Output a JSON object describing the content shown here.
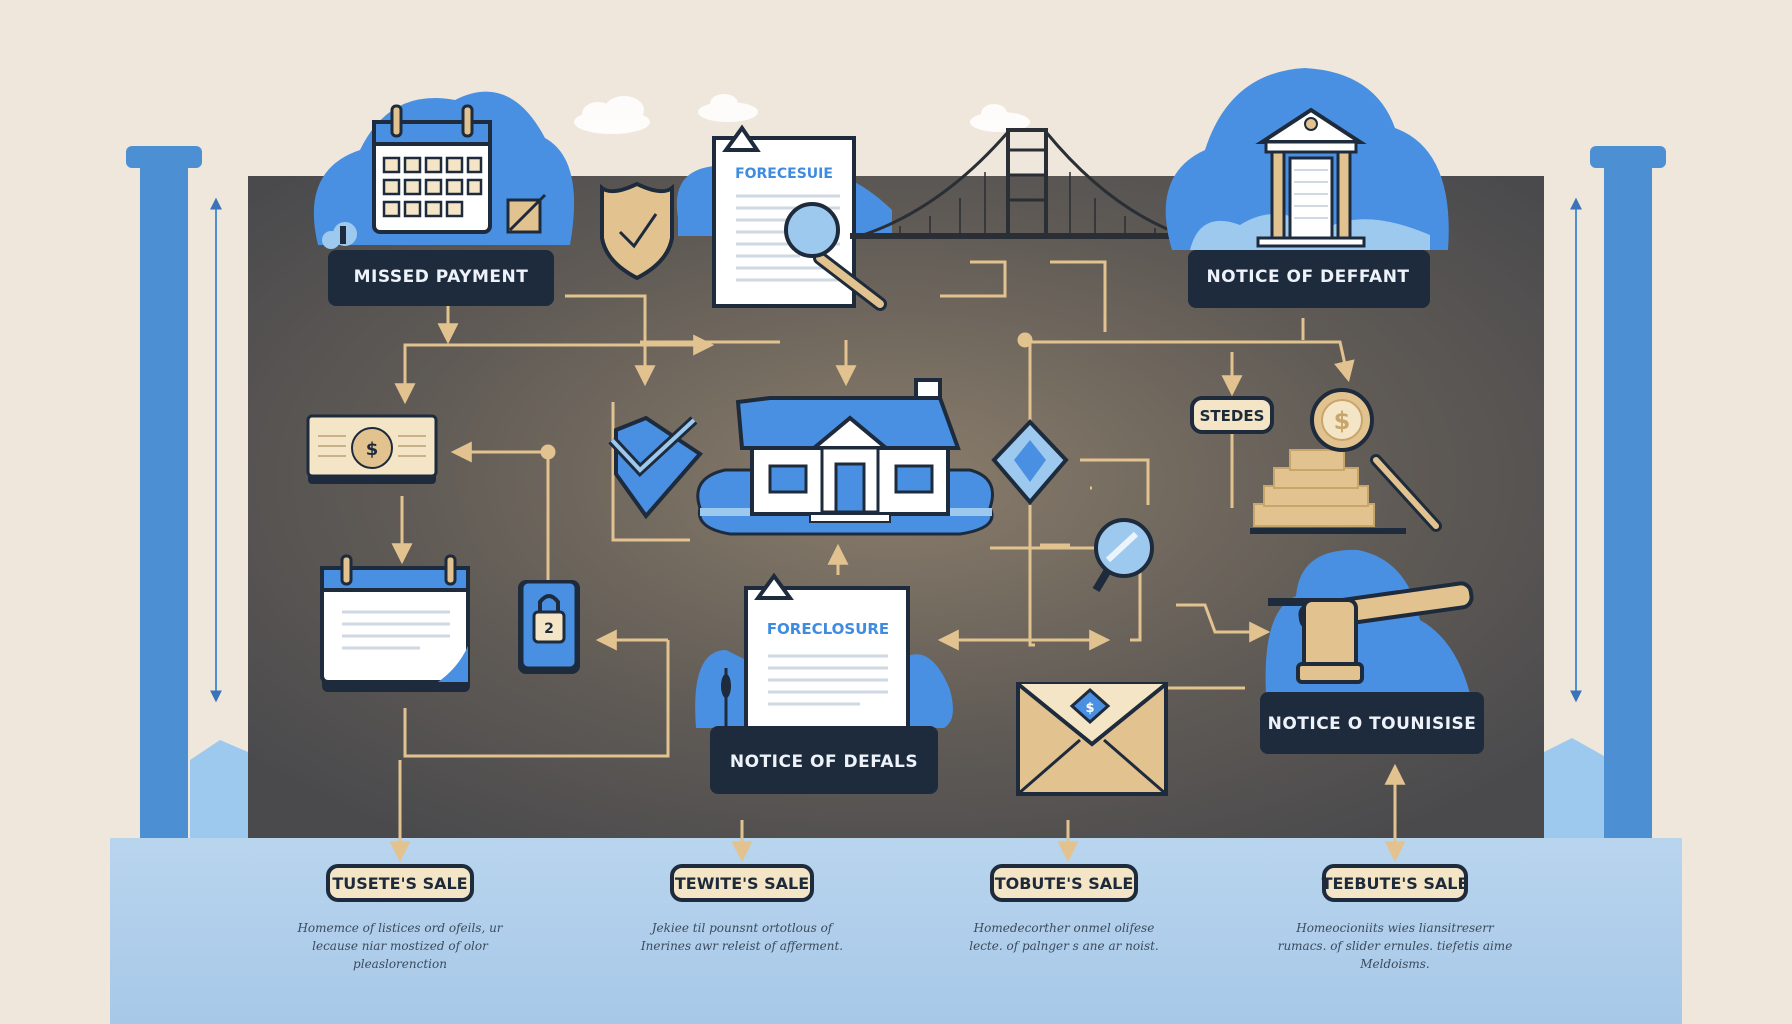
{
  "nodes": {
    "missed_payment": "MISSED PAYMENT",
    "notice_default_top": "NOTICE OF DEFFANT",
    "notice_default_mid": "NOTICE OF DEFALS",
    "notice_tounsise": "NOTICE O TOUNISISE",
    "steps_tag": "STEDES"
  },
  "documents": {
    "top": "FORECESUIE",
    "mid": "FORECLOSURE"
  },
  "lock_number": "2",
  "stages": [
    {
      "label": "TUSETE'S SALE",
      "desc": [
        "Homemce of listices ord ofeils, ur",
        "lecause niar mostized of olor",
        "pleaslorenction"
      ]
    },
    {
      "label": "TEWITE'S SALE",
      "desc": [
        "Jekiee til pounsnt ortotlous of",
        "Inerines awr releist of afferment."
      ]
    },
    {
      "label": "TOBUTE'S SALE",
      "desc": [
        "Homedecorther onmel olifese",
        "lecte. of palnger s ane ar noist."
      ]
    },
    {
      "label": "TEEBUTE'S SALE",
      "desc": [
        "Homeocioniits wies liansitreserr",
        "rumacs. of slider ernules. tiefetis aime",
        "Meldoisms."
      ]
    }
  ],
  "colors": {
    "background": "#efe7dc",
    "panel": "#5a5550",
    "accent_blue": "#4a90e2",
    "light_blue": "#9ec9ee",
    "tan": "#e2c390",
    "navy": "#1e2b3c"
  }
}
